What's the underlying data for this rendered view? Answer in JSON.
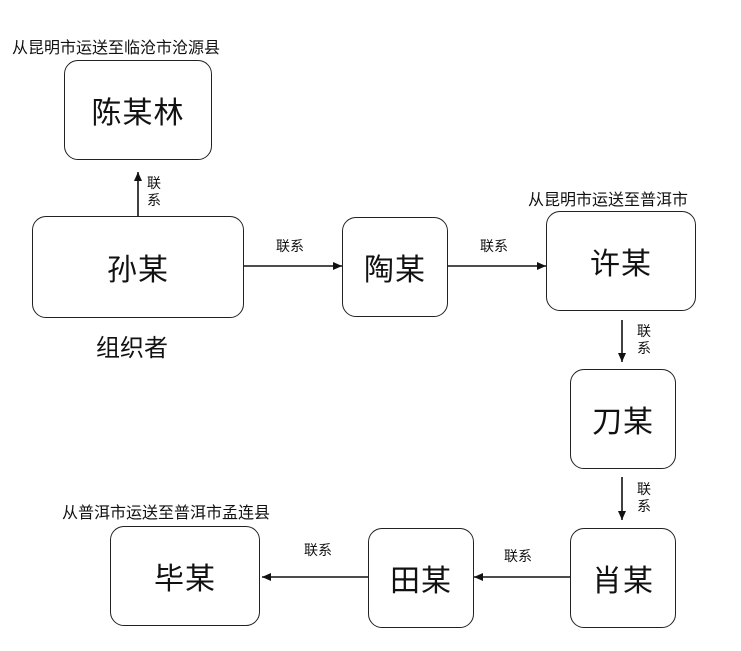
{
  "nodes": {
    "chen": "陈某林",
    "sun": "孙某",
    "tao": "陶某",
    "xu": "许某",
    "dao": "刀某",
    "xiao": "肖某",
    "tian": "田某",
    "bi": "毕某"
  },
  "notes": {
    "chen_route": "从昆明市运送至临沧市沧源县",
    "xu_route": "从昆明市运送至普洱市",
    "bi_route": "从普洱市运送至普洱市孟连县"
  },
  "captions": {
    "organizer": "组织者"
  },
  "edges": {
    "sun_chen": "联系",
    "sun_tao": "联系",
    "tao_xu": "联系",
    "xu_dao": "联系",
    "dao_xiao": "联系",
    "xiao_tian": "联系",
    "tian_bi": "联系"
  }
}
